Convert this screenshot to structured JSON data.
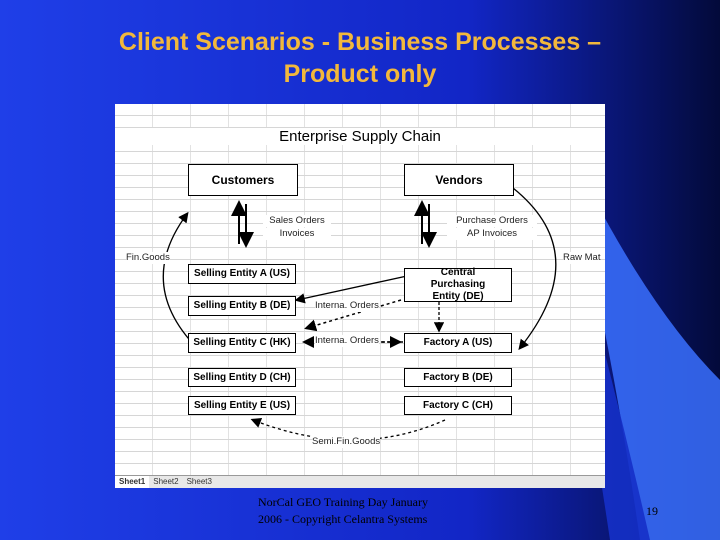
{
  "slide": {
    "title_line1": "Client Scenarios - Business Processes –",
    "title_line2": "Product only",
    "footer_line1": "NorCal GEO Training Day January",
    "footer_line2": "2006 - Copyright Celantra Systems",
    "page_number": "19"
  },
  "diagram": {
    "title": "Enterprise Supply Chain",
    "customers": "Customers",
    "vendors": "Vendors",
    "sales_orders": "Sales Orders",
    "invoices": "Invoices",
    "purchase_orders": "Purchase Orders",
    "ap_invoices": "AP Invoices",
    "fin_goods": "Fin.Goods",
    "raw_mat": "Raw Mat",
    "selling_entities": [
      "Selling Entity A (US)",
      "Selling Entity B (DE)",
      "Selling Entity C (HK)",
      "Selling Entity D (CH)",
      "Selling Entity E (US)"
    ],
    "central_purchasing": "Central Purchasing Entity (DE)",
    "factories": [
      "Factory A (US)",
      "Factory B (DE)",
      "Factory C (CH)"
    ],
    "internal_orders_1": "Interna. Orders",
    "internal_orders_2": "Interna. Orders",
    "semi_fin_goods": "Semi.Fin.Goods"
  },
  "sheet_tabs": [
    "Sheet1",
    "Sheet2",
    "Sheet3"
  ],
  "colors": {
    "slide_background": "#1a2cd6",
    "title": "#f2b83c",
    "accent_stripe": "#3a7bff"
  }
}
